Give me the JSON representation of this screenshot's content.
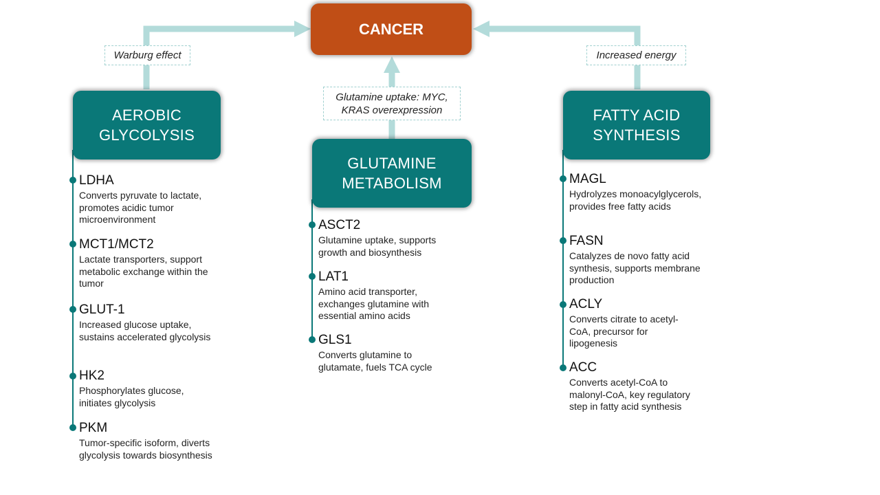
{
  "colors": {
    "accent": "#0a7878",
    "cancer": "#c04e16",
    "arrow": "#b3dbda"
  },
  "cancer_label": "CANCER",
  "pathways": {
    "aerobic": {
      "line1": "AEROBIC",
      "line2": "GLYCOLYSIS",
      "link_label": "Warburg effect",
      "items": [
        {
          "name": "LDHA",
          "desc": "Converts pyruvate to lactate, promotes acidic tumor microenvironment"
        },
        {
          "name": "MCT1/MCT2",
          "desc": "Lactate transporters, support metabolic exchange within the tumor"
        },
        {
          "name": "GLUT-1",
          "desc": "Increased glucose uptake, sustains accelerated glycolysis"
        },
        {
          "name": "HK2",
          "desc": "Phosphorylates glucose, initiates glycolysis"
        },
        {
          "name": "PKM",
          "desc": "Tumor-specific isoform, diverts glycolysis towards biosynthesis"
        }
      ]
    },
    "glutamine": {
      "line1": "GLUTAMINE",
      "line2": "METABOLISM",
      "link_label": "Glutamine uptake: MYC, KRAS overexpression",
      "items": [
        {
          "name": "ASCT2",
          "desc": "Glutamine uptake, supports growth and biosynthesis"
        },
        {
          "name": "LAT1",
          "desc": "Amino acid transporter, exchanges glutamine with essential amino acids"
        },
        {
          "name": "GLS1",
          "desc": "Converts glutamine to glutamate, fuels TCA cycle"
        }
      ]
    },
    "fatty": {
      "line1": "FATTY ACID",
      "line2": "SYNTHESIS",
      "link_label": "Increased energy",
      "items": [
        {
          "name": "MAGL",
          "desc": "Hydrolyzes monoacylglycerols, provides free fatty acids"
        },
        {
          "name": "FASN",
          "desc": "Catalyzes de novo fatty acid synthesis, supports membrane production"
        },
        {
          "name": "ACLY",
          "desc": "Converts citrate to acetyl-CoA, precursor for lipogenesis"
        },
        {
          "name": "ACC",
          "desc": "Converts acetyl-CoA to malonyl-CoA, key regulatory step in fatty acid synthesis"
        }
      ]
    }
  }
}
